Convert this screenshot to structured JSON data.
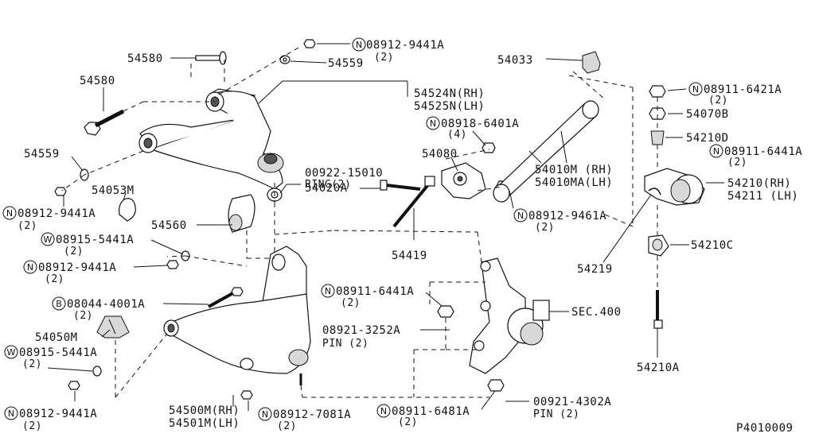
{
  "diagram_id": "P4010009",
  "labels": {
    "p54580_top": "54580",
    "p54559_top": "54559",
    "nut_top": "08912-9441A",
    "nut_top_qty": "(2)",
    "p54580_left": "54580",
    "p54524n": "54524N(RH)",
    "p54525n": "54525N(LH)",
    "p54559_left": "54559",
    "p54053m": "54053M",
    "nut_left1": "08912-9441A",
    "nut_left1_qty": "(2)",
    "ring": "00922-15010",
    "ring_qty": "RING(2)",
    "p54560": "54560",
    "washer1": "08915-5441A",
    "washer1_qty": "(2)",
    "nut_left2": "08912-9441A",
    "nut_left2_qty": "(2)",
    "bolt1": "08044-4001A",
    "bolt1_qty": "(2)",
    "p54050m": "54050M",
    "washer2": "08915-5441A",
    "washer2_qty": "(2)",
    "nut_left3": "08912-9441A",
    "nut_left3_qty": "(2)",
    "p54500m": "54500M(RH)",
    "p54501m": "54501M(LH)",
    "nut_bottom": "08912-7081A",
    "nut_bottom_qty": "(2)",
    "nut_6481": "08911-6481A",
    "nut_6481_qty": "(2)",
    "pin2": "00921-4302A",
    "pin2_qty": "PIN (2)",
    "nut_6441_mid": "08911-6441A",
    "nut_6441_mid_qty": "(2)",
    "pin1": "08921-3252A",
    "pin1_qty": "PIN (2)",
    "sec400": "SEC.400",
    "p54419": "54419",
    "p54020a": "54020A",
    "p54080": "54080",
    "nut_6401": "08918-6401A",
    "nut_6401_qty": "(4)",
    "nut_9461": "08912-9461A",
    "nut_9461_qty": "(2)",
    "p54033": "54033",
    "p54010m": "54010M (RH)",
    "p54010ma": "54010MA(LH)",
    "nut_6421": "08911-6421A",
    "nut_6421_qty": "(2)",
    "p54070b": "54070B",
    "p54210d": "54210D",
    "nut_6441_right": "08911-6441A",
    "nut_6441_right_qty": "(2)",
    "p54210": "54210(RH)",
    "p54211": "54211 (LH)",
    "p54210c": "54210C",
    "p54219": "54219",
    "p54210a": "54210A"
  },
  "symbols": {
    "N": "N",
    "W": "W",
    "B": "B"
  }
}
